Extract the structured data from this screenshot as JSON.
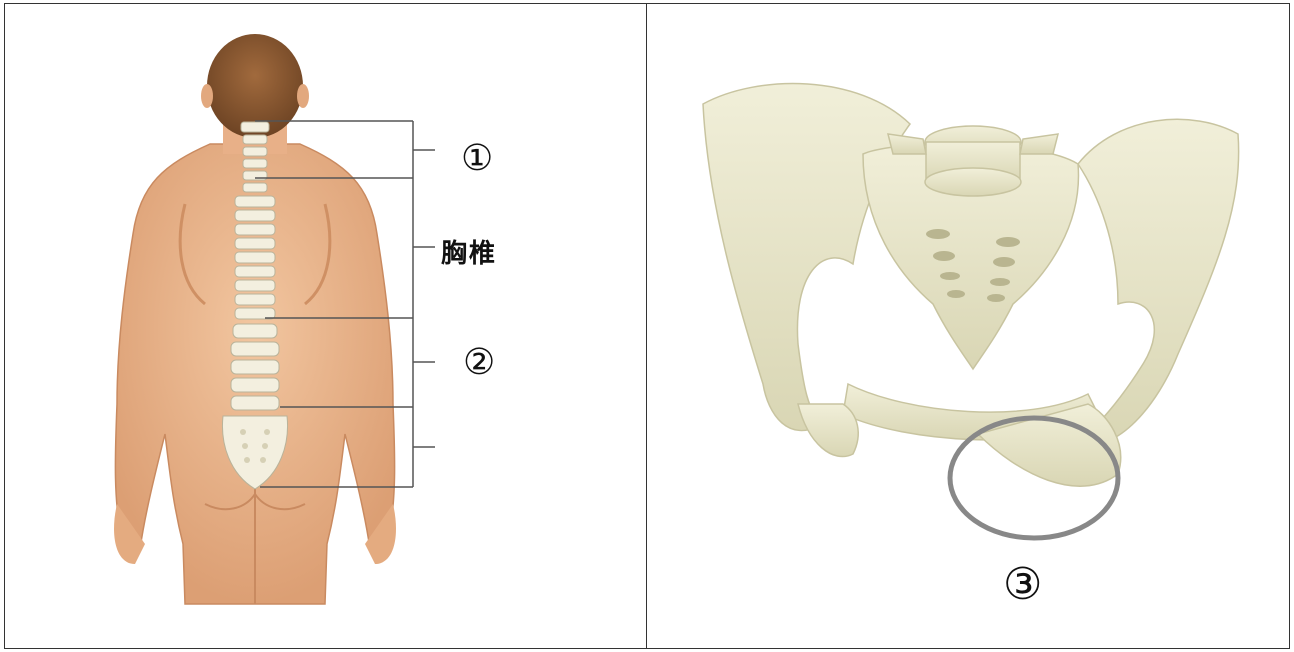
{
  "left_panel": {
    "labels": {
      "first": "①",
      "thoracic": "胸椎",
      "second": "②"
    },
    "colors": {
      "skin": "#e9b48a",
      "skin_shadow": "#d89a6e",
      "hair": "#8a5a33",
      "bone": "#f3efdf",
      "bracket": "#555555"
    }
  },
  "right_panel": {
    "labels": {
      "third": "③"
    },
    "colors": {
      "bone": "#eceacf",
      "bone_shadow": "#cfcca8",
      "circle": "#888888"
    }
  }
}
